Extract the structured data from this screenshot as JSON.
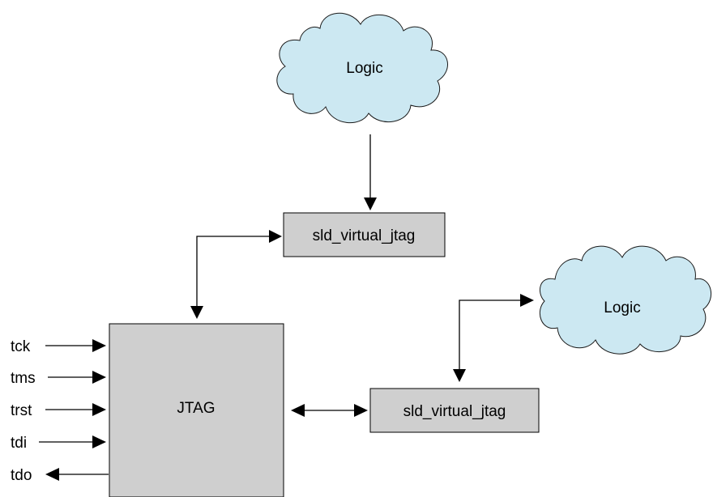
{
  "diagram": {
    "clouds": [
      {
        "id": "top",
        "label": "Logic"
      },
      {
        "id": "right",
        "label": "Logic"
      }
    ],
    "boxes": {
      "virtual_jtag_top": "sld_virtual_jtag",
      "virtual_jtag_bottom": "sld_virtual_jtag",
      "jtag": "JTAG"
    },
    "pins": {
      "inputs": [
        "tck",
        "tms",
        "trst",
        "tdi"
      ],
      "output": "tdo"
    }
  }
}
